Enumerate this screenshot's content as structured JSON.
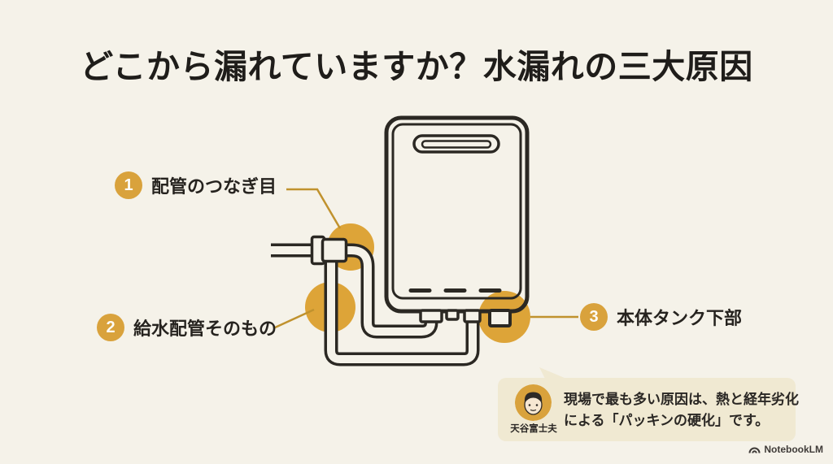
{
  "title": "どこから漏れていますか？水漏れの三大原因",
  "labels": [
    {
      "number": "1",
      "text": "配管のつなぎ目"
    },
    {
      "number": "2",
      "text": "給水配管そのもの"
    },
    {
      "number": "3",
      "text": "本体タンク下部"
    }
  ],
  "callout": {
    "speaker": "天谷富士夫",
    "line1": "現場で最も多い原因は、熱と経年劣化",
    "line2": "による「パッキンの硬化」です。"
  },
  "footer": {
    "brand": "NotebookLM"
  },
  "icons": {
    "avatar": "plumber-face-avatar",
    "brand": "notebooklm-logo"
  },
  "colors": {
    "background": "#f5f2e9",
    "accent": "#d9a23c",
    "leader_line": "#c0922e",
    "outline": "#2b2823",
    "bubble": "#f0e9d2"
  }
}
